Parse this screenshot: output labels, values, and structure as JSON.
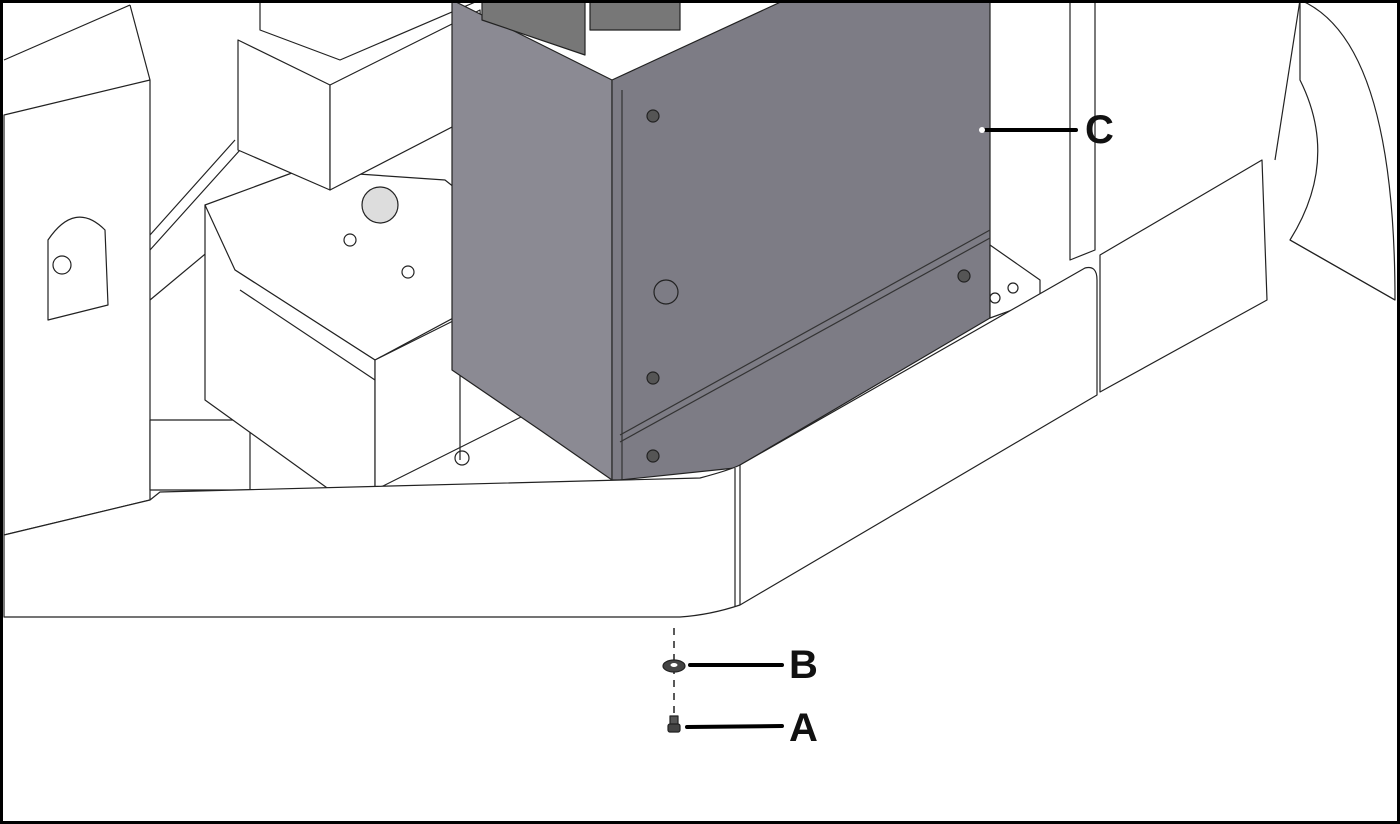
{
  "diagram": {
    "callouts": [
      {
        "id": "A",
        "label": "A"
      },
      {
        "id": "B",
        "label": "B"
      },
      {
        "id": "C",
        "label": "C"
      }
    ],
    "colors": {
      "panel_front": "#7d7c85",
      "panel_side": "#8b8a93",
      "line": "#222222",
      "background": "#ffffff"
    }
  }
}
